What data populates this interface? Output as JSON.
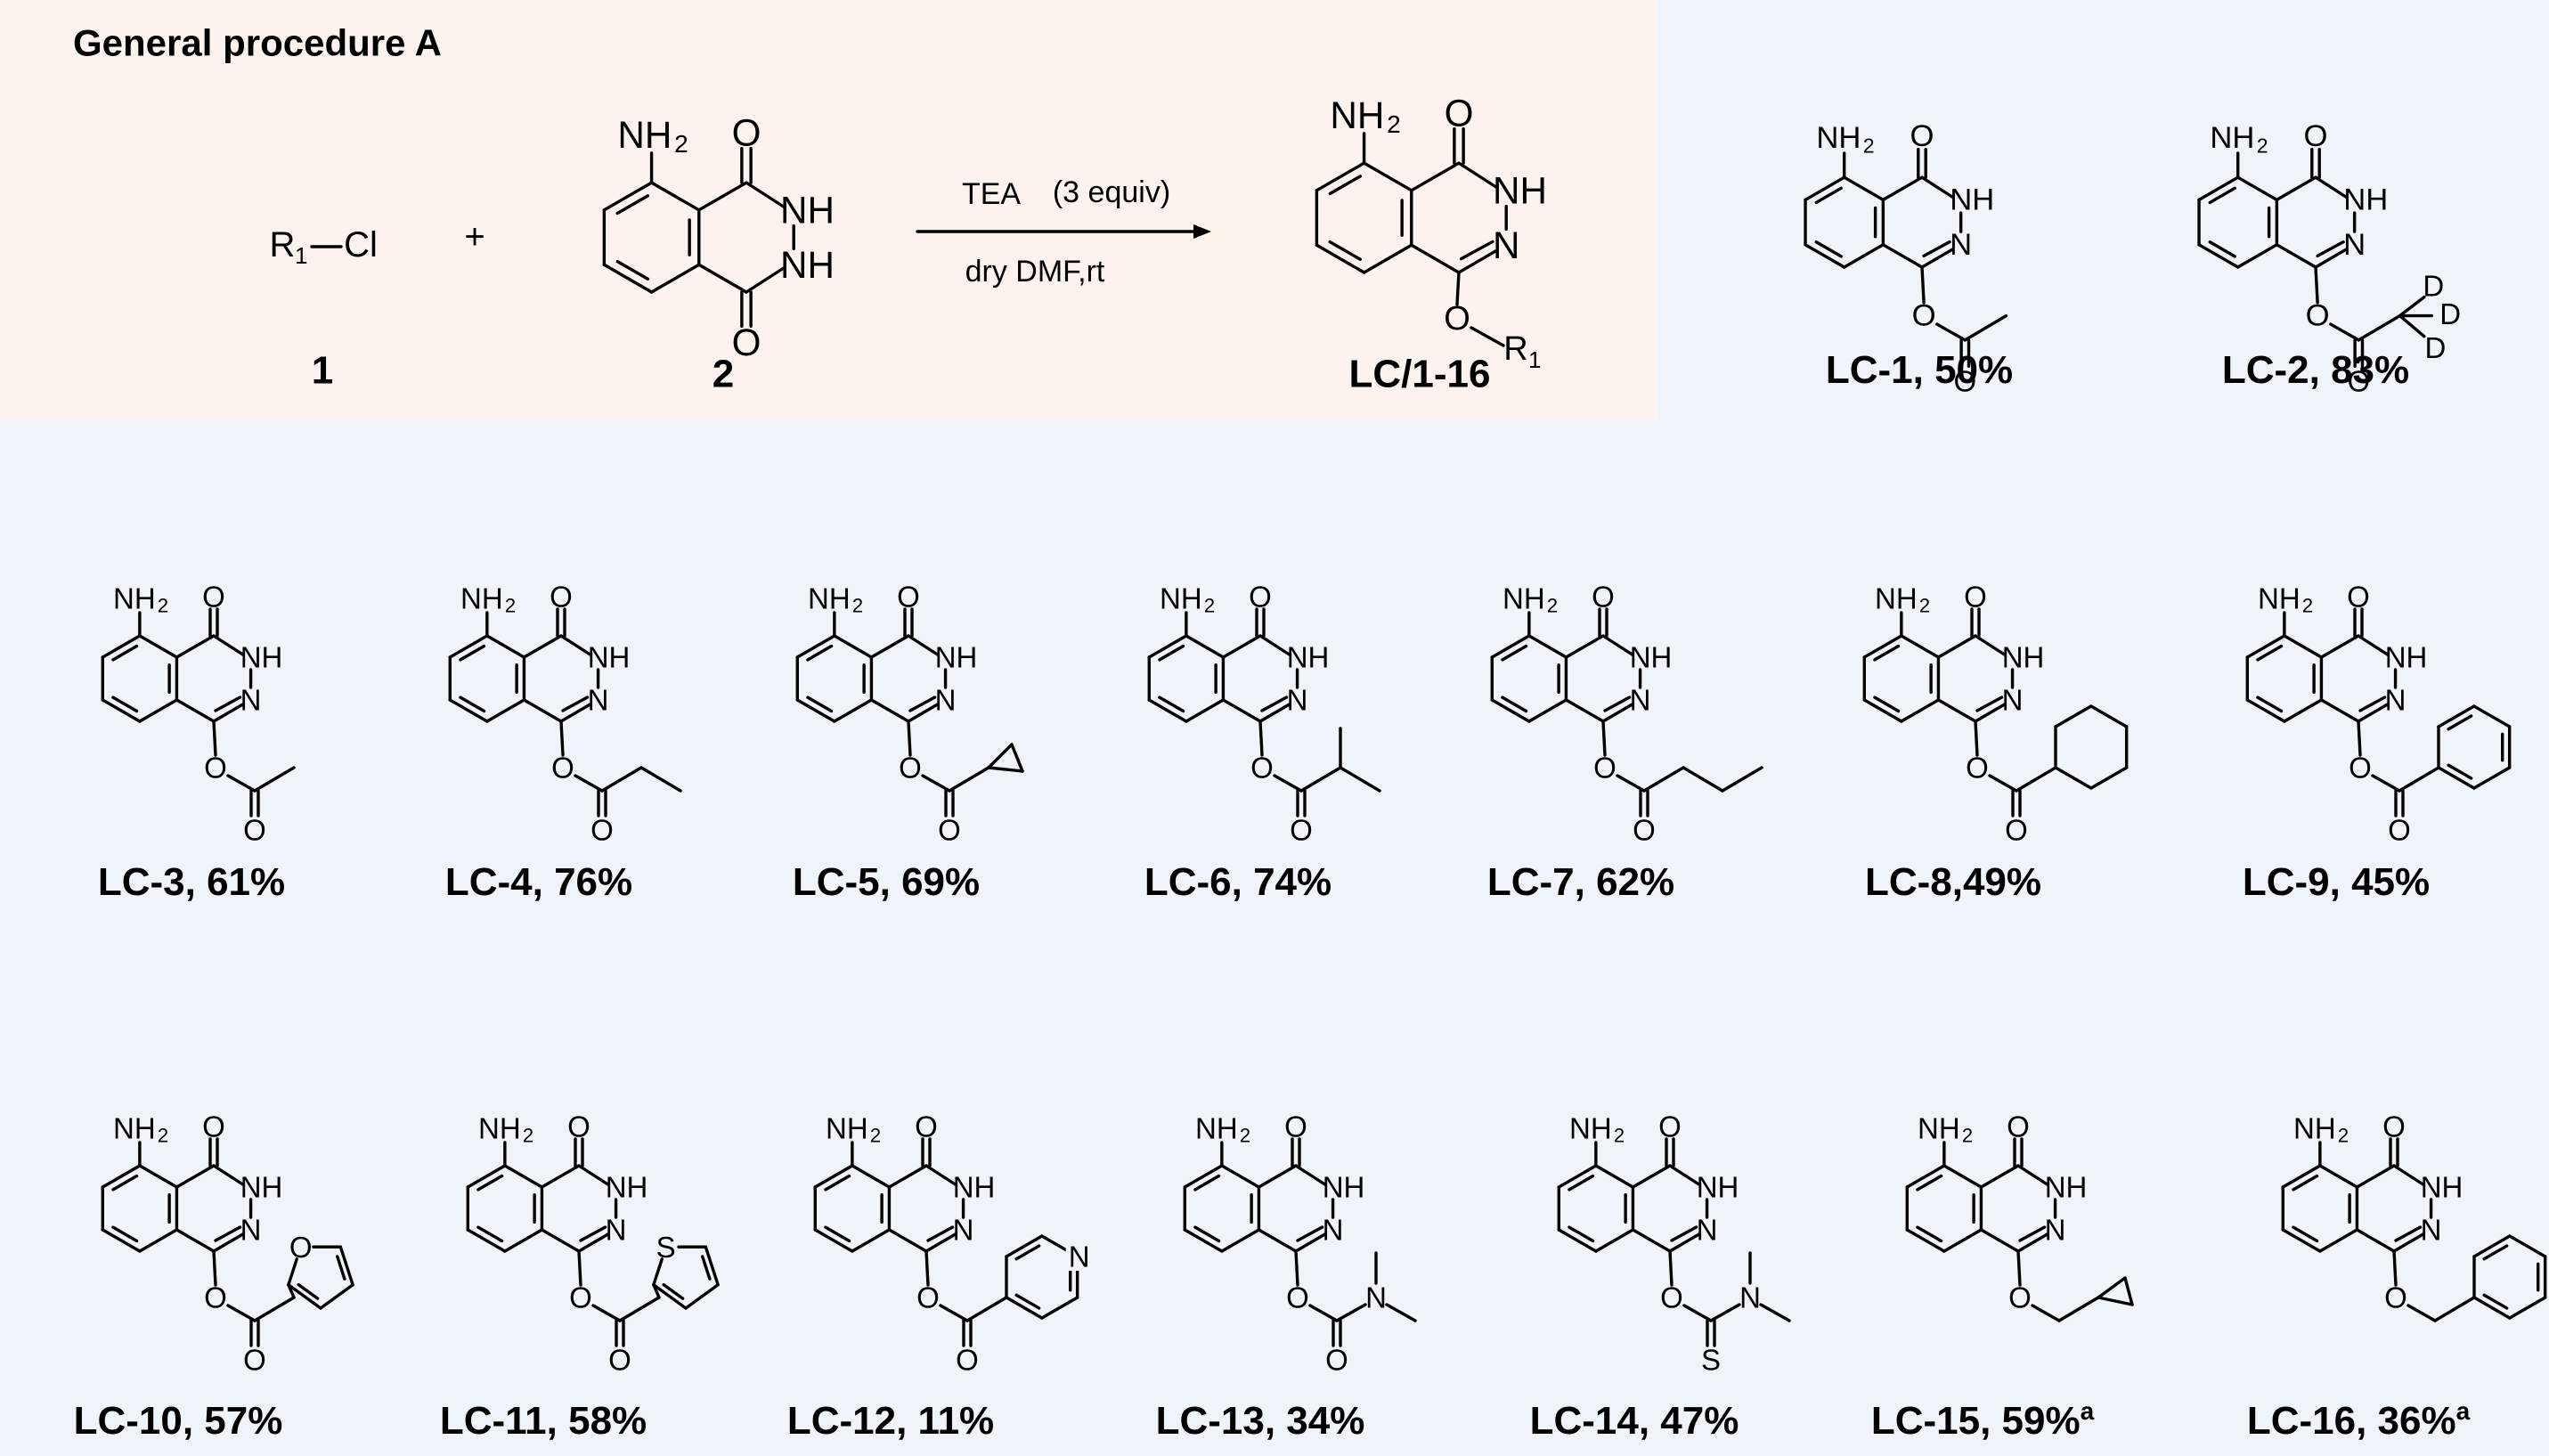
{
  "colors": {
    "top_panel": "#fcf3ee",
    "background": "#eff3fa"
  },
  "procedure": {
    "title": "General procedure A",
    "reagent1": {
      "r": "R",
      "r_sub": "1",
      "cl": "Cl",
      "number": "1"
    },
    "plus": "+",
    "reagent2_number": "2",
    "condition_top_1": "TEA",
    "condition_top_2": "(3 equiv)",
    "condition_bottom": "dry DMF,rt",
    "product_label": "LC/1-16"
  },
  "atoms": {
    "nh2_main": "NH",
    "nh2_sub": "2",
    "o": "O",
    "nh": "NH",
    "n": "N",
    "s": "S",
    "d": "D",
    "r": "R",
    "r_sub": "1"
  },
  "compounds": [
    {
      "label": "LC-1, 50%",
      "sup": ""
    },
    {
      "label": "LC-2, 83%",
      "sup": ""
    },
    {
      "label": "LC-3, 61%",
      "sup": ""
    },
    {
      "label": "LC-4, 76%",
      "sup": ""
    },
    {
      "label": "LC-5, 69%",
      "sup": ""
    },
    {
      "label": "LC-6, 74%",
      "sup": ""
    },
    {
      "label": "LC-7, 62%",
      "sup": ""
    },
    {
      "label": "LC-8,49%",
      "sup": ""
    },
    {
      "label": "LC-9, 45%",
      "sup": ""
    },
    {
      "label": "LC-10, 57%",
      "sup": ""
    },
    {
      "label": "LC-11, 58%",
      "sup": ""
    },
    {
      "label": "LC-12, 11%",
      "sup": ""
    },
    {
      "label": "LC-13, 34%",
      "sup": ""
    },
    {
      "label": "LC-14, 47%",
      "sup": ""
    },
    {
      "label": "LC-15, 59%",
      "sup": "a"
    },
    {
      "label": "LC-16, 36%",
      "sup": "a"
    }
  ]
}
